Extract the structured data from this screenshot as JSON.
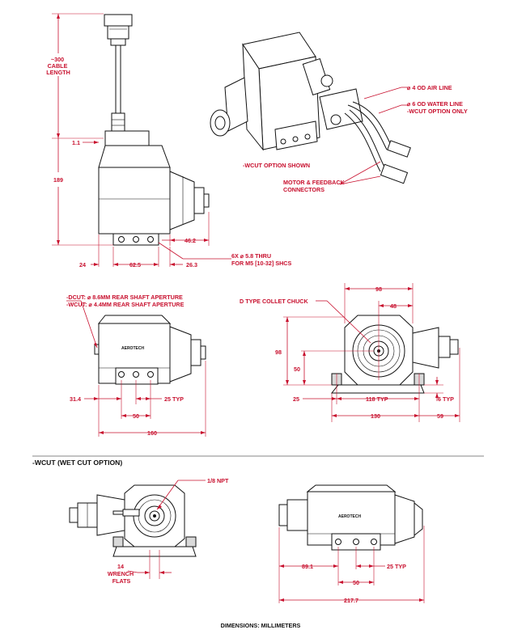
{
  "labels": {
    "cable_length": [
      "~300",
      "CABLE",
      "LENGTH"
    ],
    "dim_1_1": "1.1",
    "dim_189": "189",
    "dim_46_2": "46.2",
    "dim_24": "24",
    "dim_62_5": "62.5",
    "dim_26_3": "26.3",
    "thru_holes": [
      "6X ⌀ 5.8 THRU",
      "FOR M5 [10-32] SHCS"
    ],
    "air_line": "⌀ 4 OD AIR LINE",
    "water_line": [
      "⌀ 6 OD WATER LINE",
      "-WCUT OPTION ONLY"
    ],
    "wcut_shown": "-WCUT OPTION SHOWN",
    "connectors": [
      "MOTOR & FEEDBACK",
      "CONNECTORS"
    ],
    "rear_aperture": [
      "-DCUT:  ⌀ 8.6MM REAR SHAFT APERTURE",
      "-WCUT: ⌀ 4.4MM REAR SHAFT APERTURE"
    ],
    "collet_chuck": "D TYPE COLLET CHUCK",
    "dim_31_4": "31.4",
    "dim_50": "50",
    "dim_25_typ": "25 TYP",
    "dim_160": "160",
    "dim_98_top": "98",
    "dim_48": "48",
    "dim_98_side": "98",
    "dim_50_side": "50",
    "dim_25_left": "25",
    "dim_118_typ": "118 TYP",
    "dim_6_typ": "6 TYP",
    "dim_130": "130",
    "dim_59": "59",
    "section_title": "-WCUT (WET CUT OPTION)",
    "npt": "1/8 NPT",
    "wrench_flats": [
      "14",
      "WRENCH",
      "FLATS"
    ],
    "dim_89_1": "89.1",
    "dim_50_b": "50",
    "dim_25_typ_b": "25 TYP",
    "dim_217_7": "217.7",
    "brand_text": "AEROTECH",
    "footer": "DIMENSIONS:  MILLIMETERS"
  },
  "colors": {
    "dimension": "#c8102e",
    "line": "#111111"
  }
}
